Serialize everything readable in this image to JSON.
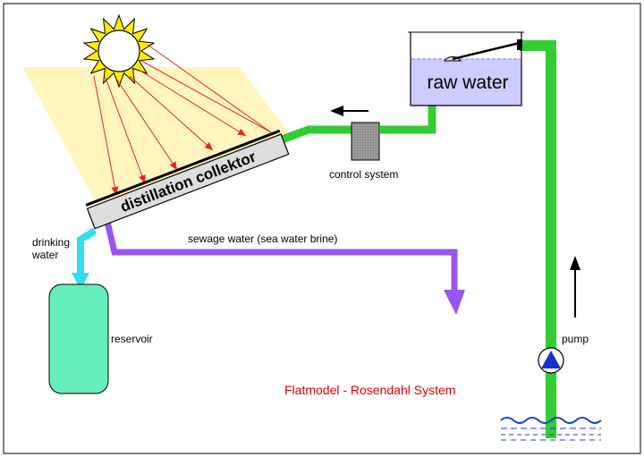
{
  "labels": {
    "raw_water": "raw water",
    "control_system": "control system",
    "collector": "distillation collektor",
    "drinking_water_line1": "drinking",
    "drinking_water_line2": "water",
    "sewage": "sewage water (sea water brine)",
    "reservoir": "reservoir",
    "pump": "pump",
    "caption": "Flatmodel - Rosendahl System"
  },
  "colors": {
    "pipe_green": "#33cc33",
    "pipe_purple": "#9955ee",
    "pipe_cyan": "#33ddee",
    "reservoir_fill": "#66eebb",
    "light_beam": "#fff6bf",
    "sun": "#ffee00",
    "ray_red": "#ee2222",
    "water_blue": "#ccccff",
    "pump_blue": "#1133cc",
    "control_gray": "#999999",
    "caption_red": "#dd0000"
  }
}
